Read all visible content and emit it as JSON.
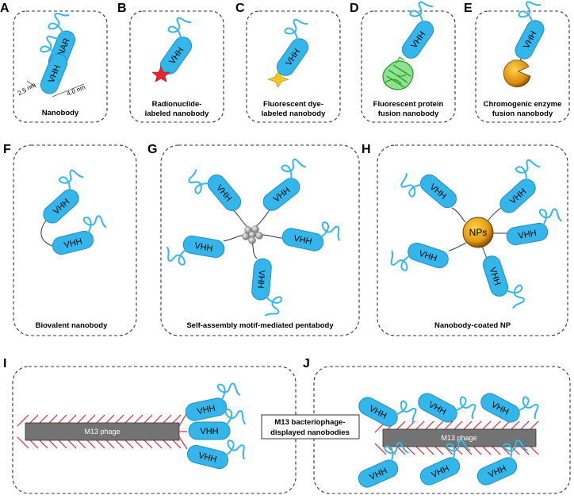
{
  "panels": {
    "A": {
      "letter": "A",
      "caption": "Nanobody",
      "vnar": "V-NAR",
      "vhh": "VHH",
      "dim_width": "2.5 nm",
      "dim_length": "4.0 nm"
    },
    "B": {
      "letter": "B",
      "caption_l1": "Radionuclide-",
      "caption_l2": "labeled nanobody",
      "vhh": "VHH"
    },
    "C": {
      "letter": "C",
      "caption_l1": "Fluorescent dye-",
      "caption_l2": "labeled nanobody",
      "vhh": "VHH"
    },
    "D": {
      "letter": "D",
      "caption_l1": "Fluorescent protein",
      "caption_l2": "fusion nanobody",
      "vhh": "VHH"
    },
    "E": {
      "letter": "E",
      "caption_l1": "Chromogenic enzyme",
      "caption_l2": "fusion nanobody",
      "vhh": "VHH"
    },
    "F": {
      "letter": "F",
      "caption": "Biovalent nanobody",
      "vhh": "VHH"
    },
    "G": {
      "letter": "G",
      "caption": "Self-assembly motif-mediated pentabody",
      "vhh": "VHH"
    },
    "H": {
      "letter": "H",
      "caption": "Nanobody-coated NP",
      "vhh": "VHH",
      "core": "NPs"
    },
    "I": {
      "letter": "I",
      "phage": "M13 phage",
      "vhh": "VHH"
    },
    "J": {
      "letter": "J",
      "phage": "M13 phage",
      "vhh": "VHH"
    }
  },
  "center_label": {
    "line1": "M13 bacteriophage-",
    "line2": "displayed nanobodies"
  },
  "colors": {
    "vhh_fill": "#35b6ea",
    "vhh_stroke": "#1d8fc4",
    "loop": "#35b6ea",
    "phage_fill": "#737373",
    "spike": "#e8232a",
    "np_core": "#e09a0e",
    "radionuclide_star": "#e8232a",
    "dye": "#f7c520",
    "gfp": "#2db52d"
  }
}
